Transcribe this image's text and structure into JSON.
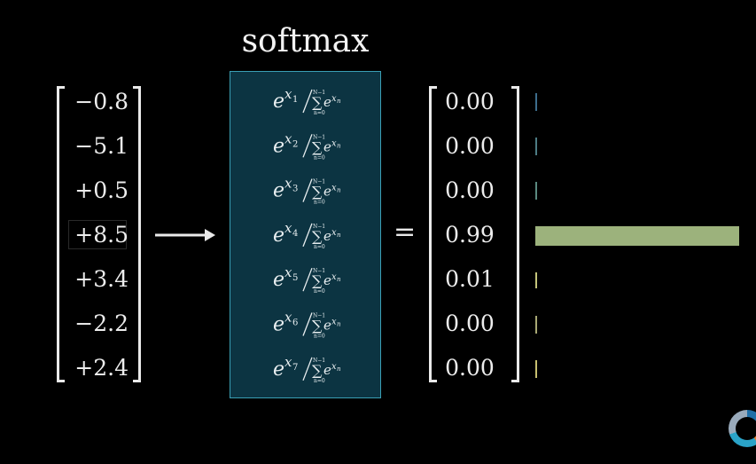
{
  "title": "softmax",
  "inputs": [
    "−0.8",
    "−5.1",
    "+0.5",
    "+8.5",
    "+3.4",
    "−2.2",
    "+2.4"
  ],
  "formula": {
    "base": "e",
    "exp_var": "x",
    "subscripts": [
      "1",
      "2",
      "3",
      "4",
      "5",
      "6",
      "7"
    ],
    "sum_upper": "N−1",
    "sum_lower": "n=0",
    "sum_term_base": "e",
    "sum_term_exp": "x",
    "sum_term_sub": "n"
  },
  "equals": "=",
  "outputs": [
    "0.00",
    "0.00",
    "0.00",
    "0.99",
    "0.01",
    "0.00",
    "0.00"
  ],
  "bar_values": [
    0.0,
    0.0,
    0.0,
    0.99,
    0.01,
    0.0,
    0.0
  ],
  "bar_colors": [
    "#3d6d8c",
    "#4d7c84",
    "#5a8a80",
    "#9cb27c",
    "#c4c47a",
    "#a8a874",
    "#c8c070"
  ],
  "colors": {
    "softmax_fill": "#0c3442",
    "softmax_border": "#3a9fb4"
  }
}
